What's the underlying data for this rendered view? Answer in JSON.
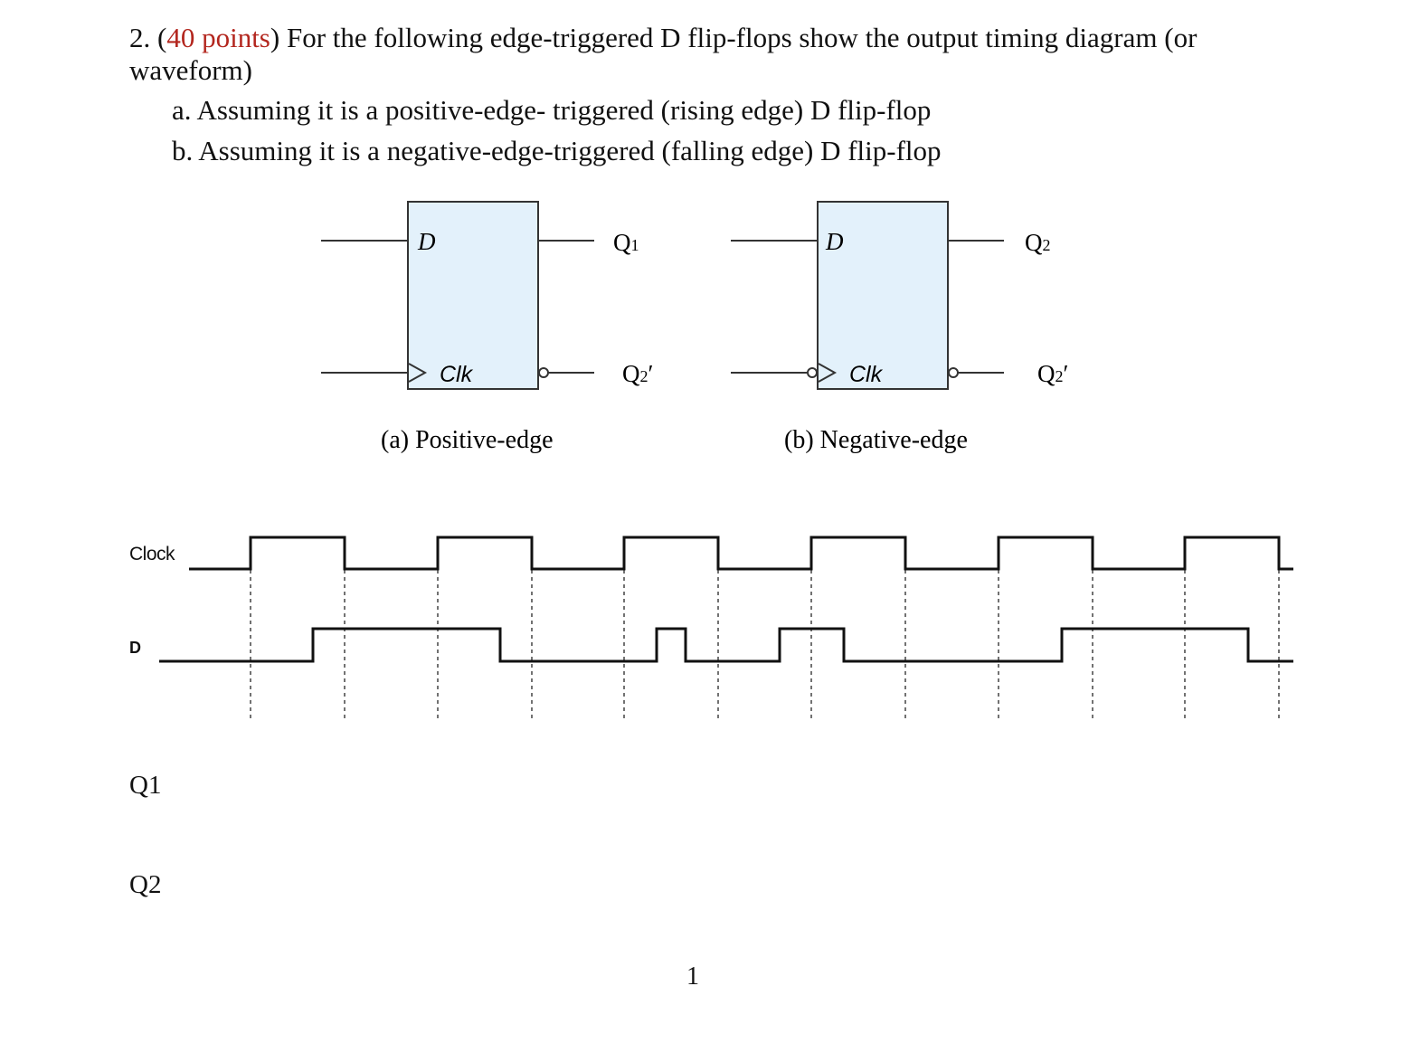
{
  "question": {
    "number": "2.",
    "open_paren": "(",
    "points": "40 points",
    "close_paren": ")",
    "text_line1": "For the following edge-triggered D flip-flops show the output timing diagram (or",
    "text_line2": "waveform)",
    "part_a": "a. Assuming it is a positive-edge- triggered (rising edge) D flip-flop",
    "part_b": "b. Assuming it is a negative-edge-triggered (falling edge) D flip-flop"
  },
  "flipflop_a": {
    "d_label": "D",
    "clk_label": "Clk",
    "q_label": "Q",
    "q_sub": "1",
    "qbar_label": "Q",
    "qbar_sub": "2",
    "qbar_prime": "′",
    "caption": "(a) Positive-edge"
  },
  "flipflop_b": {
    "d_label": "D",
    "clk_label": "Clk",
    "q_label": "Q",
    "q_sub": "2",
    "qbar_label": "Q",
    "qbar_sub": "2",
    "qbar_prime": "′",
    "caption": "(b) Negative-edge"
  },
  "timing": {
    "clock_label": "Clock",
    "d_label": "D",
    "q1_label": "Q1",
    "q2_label": "Q2"
  },
  "page_number": "1",
  "colors": {
    "box_fill": "#e3f1fb",
    "points": "#b3261e",
    "ink": "#111111"
  }
}
